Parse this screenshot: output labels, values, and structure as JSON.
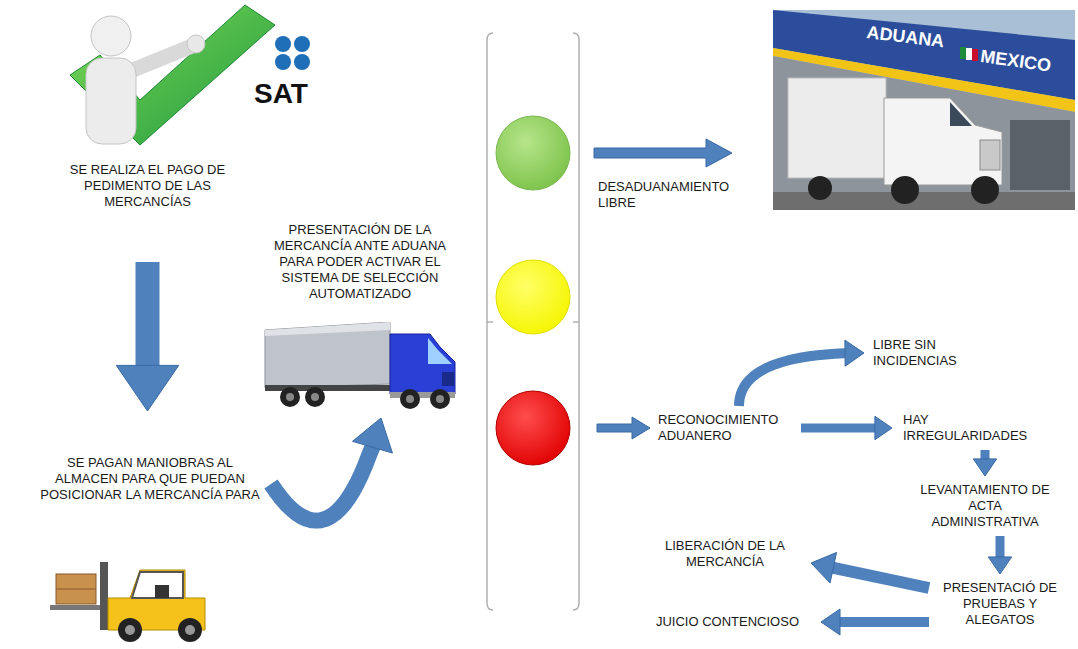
{
  "diagram": {
    "nodes": [
      {
        "text": [
          "SE REALIZA EL PAGO DE PEDIMENTO DE LAS MERCANCÍAS"
        ]
      },
      {
        "text": [
          "SE PAGAN MANIOBRAS AL ALMACEN PARA QUE PUEDAN POSICIONAR LA MERCANCÍA PARA"
        ]
      },
      {
        "text": [
          "PRESENTACIÓN DE LA MERCANCÍA ANTE ADUANA PARA PODER ACTIVAR EL SISTEMA DE SELECCIÓN AUTOMATIZADO"
        ]
      },
      {
        "text": [
          "DESADUANAMIENTO LIBRE"
        ]
      },
      {
        "text": [
          "RECONOCIMIENTO ADUANERO"
        ]
      },
      {
        "text": [
          "LIBRE SIN INCIDENCIAS"
        ]
      },
      {
        "text": [
          "HAY IRREGULARIDADES"
        ]
      },
      {
        "text": [
          "LEVANTAMIENTO DE ACTA ADMINISTRATIVA"
        ]
      },
      {
        "text": [
          "PRESENTACIÓ DE PRUEBAS Y ALEGATOS"
        ]
      },
      {
        "text": [
          "LIBERACIÓN DE LA MERCANCÍA"
        ]
      },
      {
        "text": [
          "JUICIO CONTENCIOSO"
        ]
      }
    ],
    "edges": [
      {
        "from": 0,
        "to": 1,
        "arrow": "to"
      },
      {
        "from": 1,
        "to": 2,
        "arrow": "to"
      },
      {
        "from": 4,
        "to": 5,
        "arrow": "to"
      },
      {
        "from": 4,
        "to": 6,
        "arrow": "to"
      },
      {
        "from": 6,
        "to": 7,
        "arrow": "to"
      },
      {
        "from": 7,
        "to": 8,
        "arrow": "to"
      },
      {
        "from": 8,
        "to": 9,
        "arrow": "to"
      },
      {
        "from": 8,
        "to": 10,
        "arrow": "to"
      }
    ],
    "labels": [
      "SAT",
      "ADUANA",
      "MEXICO"
    ]
  }
}
